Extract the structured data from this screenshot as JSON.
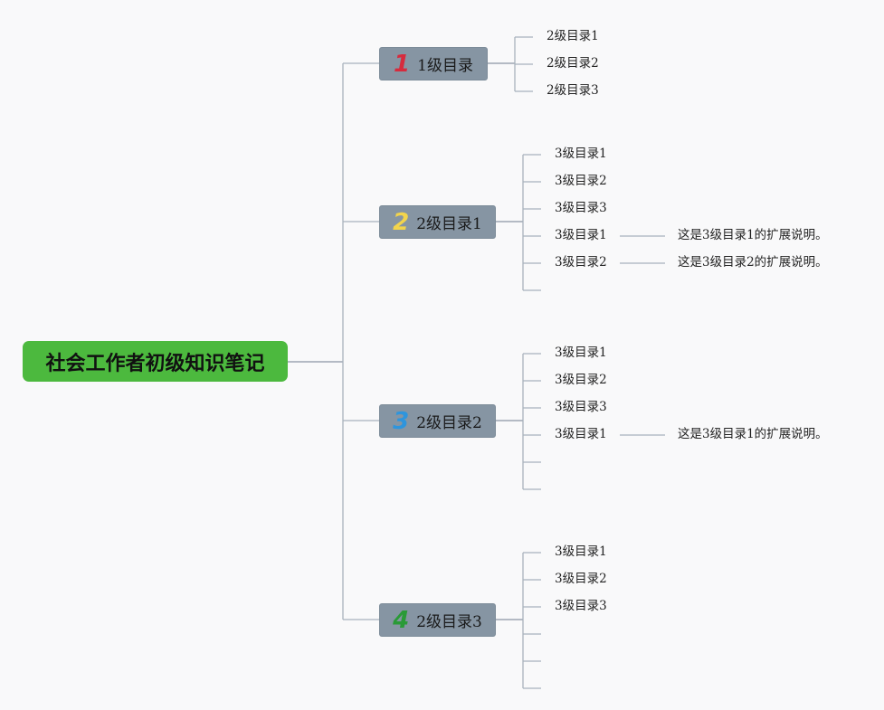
{
  "root": {
    "label": "社会工作者初级知识笔记"
  },
  "branches": [
    {
      "badge": "1",
      "badge_color": "#d62b3d",
      "label": "1级目录",
      "children": [
        "2级目录1",
        "2级目录2",
        "2级目录3"
      ],
      "notes": []
    },
    {
      "badge": "2",
      "badge_color": "#f2d44c",
      "label": "2级目录1",
      "children": [
        "3级目录1",
        "3级目录2",
        "3级目录3",
        "3级目录1",
        "3级目录2",
        ""
      ],
      "notes": [
        {
          "child_index": 3,
          "text": "这是3级目录1的扩展说明。"
        },
        {
          "child_index": 4,
          "text": "这是3级目录2的扩展说明。"
        }
      ]
    },
    {
      "badge": "3",
      "badge_color": "#2e95dd",
      "label": "2级目录2",
      "children": [
        "3级目录1",
        "3级目录2",
        "3级目录3",
        "3级目录1",
        "",
        ""
      ],
      "notes": [
        {
          "child_index": 3,
          "text": "这是3级目录1的扩展说明。"
        }
      ]
    },
    {
      "badge": "4",
      "badge_color": "#2a9a37",
      "label": "2级目录3",
      "children": [
        "3级目录1",
        "3级目录2",
        "3级目录3",
        "",
        "",
        ""
      ],
      "notes": []
    }
  ],
  "colors": {
    "root_bg": "#4cb93e",
    "branch_bg": "#8695a3",
    "line": "#a9b2bd"
  }
}
